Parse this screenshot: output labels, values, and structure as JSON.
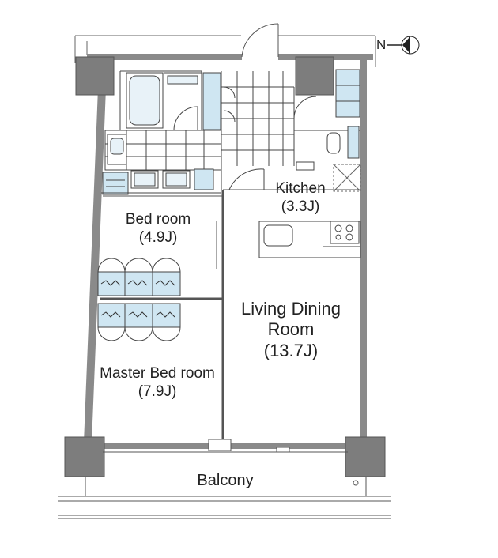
{
  "compass": {
    "label": "N",
    "icon": "north-arrow-icon"
  },
  "rooms": {
    "kitchen": {
      "name": "Kitchen",
      "size": "(3.3J)"
    },
    "bedroom": {
      "name": "Bed room",
      "size": "(4.9J)"
    },
    "master": {
      "name": "Master Bed room",
      "size": "(7.9J)"
    },
    "living": {
      "name_line1": "Living Dining",
      "name_line2": "Room",
      "size": "(13.7J)"
    },
    "balcony": {
      "name": "Balcony"
    }
  },
  "colors": {
    "wall": "#8a8a8a",
    "wall_dark": "#5f5f5f",
    "column": "#7d7d7d",
    "fixture_fill": "#cfe6f2",
    "line": "#333333"
  }
}
